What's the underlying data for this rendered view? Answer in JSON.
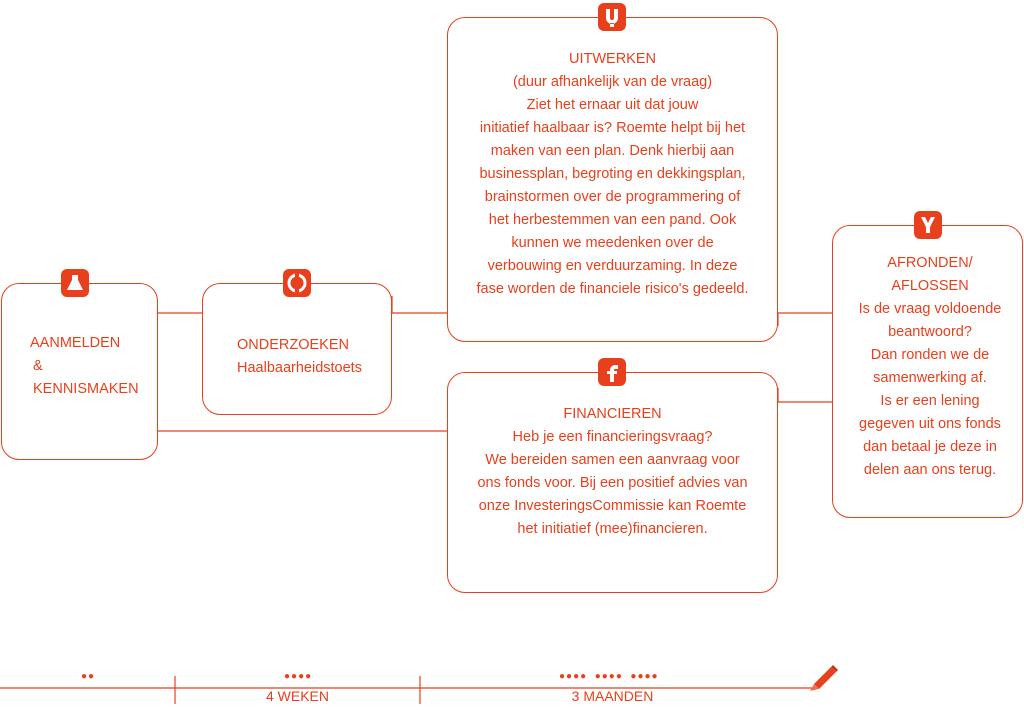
{
  "colors": {
    "accent": "#e8401c"
  },
  "steps": {
    "aanmelden": {
      "line1": "AANMELDEN",
      "line2": "& KENNISMAKEN",
      "icon": "person-icon"
    },
    "onderzoeken": {
      "title": "ONDERZOEKEN",
      "sub": "Haalbaarheidstoets",
      "icon": "target-icon"
    },
    "uitwerken": {
      "title": "UITWERKEN",
      "subtitle": "(duur afhankelijk van de vraag)",
      "lines": [
        "Ziet het ernaar uit dat jouw",
        "initiatief haalbaar is? Roemte helpt bij het",
        "maken van een plan. Denk hierbij aan",
        "businessplan, begroting en dekkingsplan,",
        "brainstormen over de programmering of",
        "het herbestemmen van een pand. Ook",
        "kunnen we meedenken over de",
        "verbouwing en verduurzaming. In deze",
        "fase worden de financiele risico's gedeeld."
      ],
      "icon": "u-letter-icon"
    },
    "financieren": {
      "title": "FINANCIEREN",
      "lines": [
        "Heb je een financieringsvraag?",
        "We bereiden samen een aanvraag voor",
        "ons fonds voor. Bij een positief advies van",
        "onze InvesteringsCommissie kan Roemte",
        "het initiatief (mee)financieren."
      ],
      "icon": "f-letter-icon"
    },
    "afronden": {
      "title1": "AFRONDEN/",
      "title2": "AFLOSSEN",
      "lines": [
        "Is de vraag voldoende",
        "beantwoord?",
        "Dan ronden we de",
        "samenwerking af.",
        "Is er een lening",
        "gegeven uit ons fonds",
        "dan betaal je deze in",
        "delen aan ons terug."
      ],
      "icon": "y-letter-icon"
    }
  },
  "timeline": {
    "label_weeks": "4 WEKEN",
    "label_months": "3 MAANDEN",
    "dots1": "●●",
    "dots2": "●●●●",
    "dots3": "●●●●  ●●●●  ●●●●",
    "end_icon": "pencil-icon"
  }
}
